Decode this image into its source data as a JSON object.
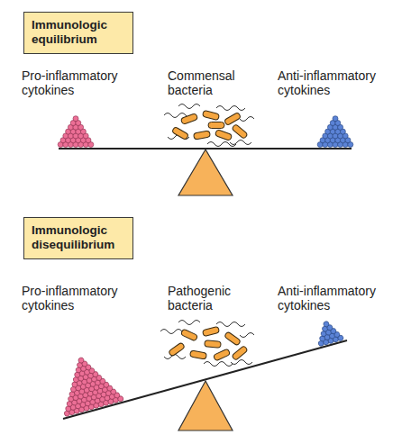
{
  "diagram": {
    "nodes": [
      {
        "text": [
          "Immunologic equilibrium"
        ]
      },
      {
        "text": [
          "Immunologic disequilibrium"
        ]
      }
    ],
    "labels": [
      "Pro-inflammatory cytokines",
      "Commensal bacteria",
      "Anti-inflammatory cytokines",
      "Pro-inflammatory cytokines",
      "Pathogenic bacteria",
      "Anti-inflammatory cytokines"
    ]
  }
}
